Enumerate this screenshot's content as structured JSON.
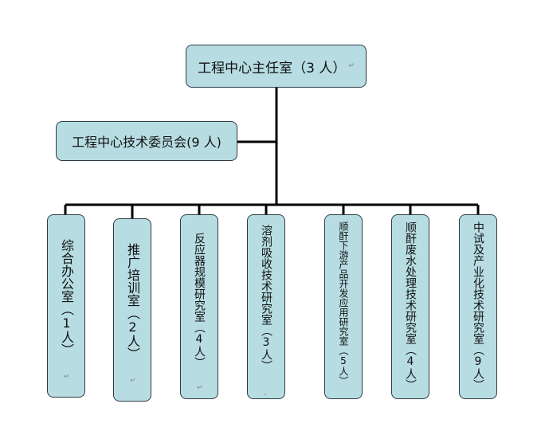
{
  "top": {
    "label": "工程中心主任室（3 人）",
    "mark": "↵"
  },
  "committee": {
    "label": "工程中心技术委员会(9 人)"
  },
  "departments": [
    {
      "label": "综合办公室（1人）",
      "mark": "↵"
    },
    {
      "label": "推广培训室（2人）",
      "mark": "↵"
    },
    {
      "label": "反应器规模研究室（4人）",
      "mark": "↵"
    },
    {
      "label": "溶剂吸收技术研究室（3人）",
      "mark": "、"
    },
    {
      "label": "顺酐下游产品开发应用研究室（5人）",
      "mark": ""
    },
    {
      "label": "顺酐废水处理技术研究室（4人）",
      "mark": ""
    },
    {
      "label": "中试及产业化技术研究室（9人）",
      "mark": ""
    }
  ],
  "colors": {
    "box_fill": "#b7dde3",
    "box_border": "#2f3b44",
    "line": "#000000"
  }
}
